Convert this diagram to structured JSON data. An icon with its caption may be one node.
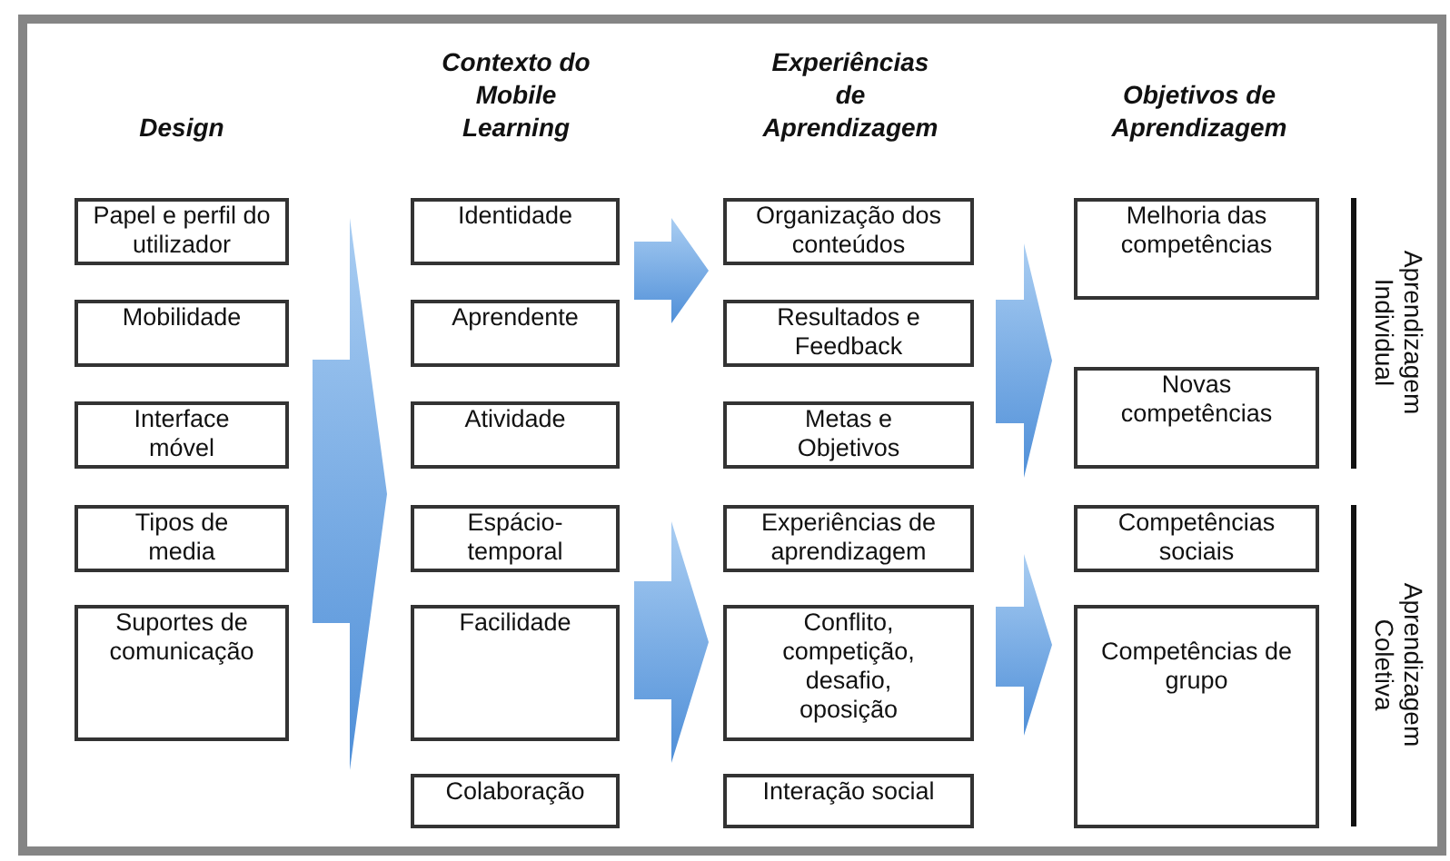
{
  "diagram": {
    "nodes": [
      {
        "text": [
          "Papel e perfil do utilizador"
        ]
      },
      {
        "text": [
          "Mobilidade"
        ]
      },
      {
        "text": [
          "Interface móvel"
        ]
      },
      {
        "text": [
          "Tipos de media"
        ]
      },
      {
        "text": [
          "Suportes de comunicação"
        ]
      },
      {
        "text": [
          "Identidade"
        ]
      },
      {
        "text": [
          "Aprendente"
        ]
      },
      {
        "text": [
          "Atividade"
        ]
      },
      {
        "text": [
          "Espácio-temporal"
        ]
      },
      {
        "text": [
          "Facilidade"
        ]
      },
      {
        "text": [
          "Colaboração"
        ]
      },
      {
        "text": [
          "Organização dos conteúdos"
        ]
      },
      {
        "text": [
          "Resultados e Feedback"
        ]
      },
      {
        "text": [
          "Metas e Objetivos"
        ]
      },
      {
        "text": [
          "Experiências de aprendizagem"
        ]
      },
      {
        "text": [
          "Conflito, competição, desafio, oposição"
        ]
      },
      {
        "text": [
          "Interação social"
        ]
      },
      {
        "text": [
          "Melhoria das competências"
        ]
      },
      {
        "text": [
          "Novas competências"
        ]
      },
      {
        "text": [
          "Competências sociais"
        ]
      },
      {
        "text": [
          "Competências de grupo"
        ]
      }
    ],
    "edges": [
      {
        "from": 2,
        "to": 7,
        "arrow": "to"
      },
      {
        "from": 5,
        "to": 11,
        "arrow": "to"
      },
      {
        "from": 9,
        "to": 15,
        "arrow": "to"
      },
      {
        "from": 12,
        "to": 17,
        "arrow": "to"
      },
      {
        "from": 15,
        "to": 20,
        "arrow": "to"
      }
    ],
    "labels": [
      "Design",
      "Contexto do Mobile Learning",
      "Experiências de Aprendizagem",
      "Objetivos de Aprendizagem",
      "Aprendizagem Individual",
      "Aprendizagem Coletiva"
    ]
  }
}
